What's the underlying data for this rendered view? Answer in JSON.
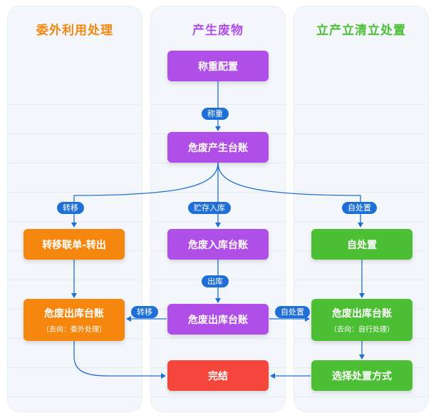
{
  "columns": [
    {
      "title": "委外利用处理",
      "color": "#f5870f"
    },
    {
      "title": "产生废物",
      "color": "#b04ee8"
    },
    {
      "title": "立产立清立处置",
      "color": "#4cbf35"
    }
  ],
  "nodes": {
    "weigh_config": {
      "label": "称重配置"
    },
    "hw_generation_ledger": {
      "label": "危废产生台账"
    },
    "hw_storage_ledger": {
      "label": "危废入库台账"
    },
    "hw_outbound_ledger_center": {
      "label": "危废出库台账"
    },
    "transfer_manifest": {
      "label": "转移联单-转出"
    },
    "hw_outbound_ledger_left": {
      "label": "危废出库台账",
      "sub": "（去向：委外处理）"
    },
    "self_disposal": {
      "label": "自处置"
    },
    "hw_outbound_ledger_right": {
      "label": "危废出库台账",
      "sub": "（去向：自行处理）"
    },
    "select_disposal_method": {
      "label": "选择处置方式"
    },
    "complete": {
      "label": "完结"
    }
  },
  "edge_labels": {
    "weigh": "称重",
    "transfer_left": "转移",
    "store": "贮存入库",
    "self_dispose_right": "自处置",
    "outbound": "出库",
    "transfer_mid": "转移",
    "self_dispose_mid": "自处置"
  },
  "colors": {
    "purple": "#b04ee8",
    "orange": "#f5870f",
    "green": "#4cbf35",
    "red": "#f4463a",
    "blue": "#1f6fd6"
  }
}
